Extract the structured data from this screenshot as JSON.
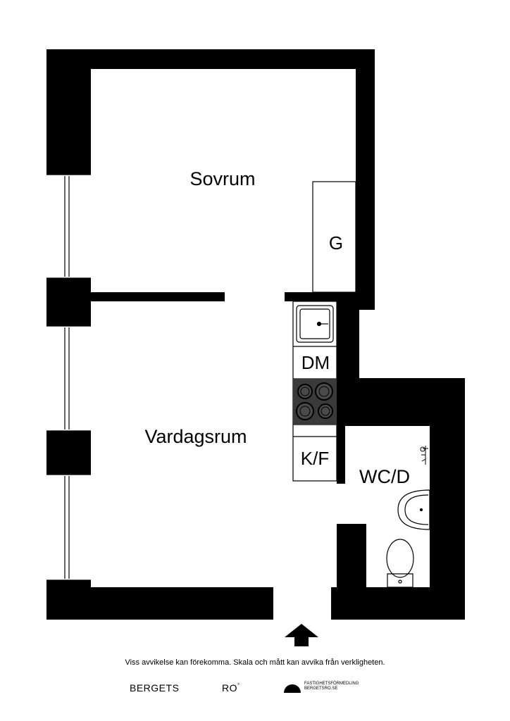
{
  "rooms": {
    "bedroom": "Sovrum",
    "wardrobe": "G",
    "dishwasher": "DM",
    "living_room": "Vardagsrum",
    "fridge_freezer": "K/F",
    "bathroom": "WC/D"
  },
  "footer": {
    "disclaimer": "Viss avvikelse kan förekomma. Skala och mått kan avvika från verkligheten.",
    "brand_left": "BERGETS",
    "brand_right": "RO",
    "brand_mark": "°",
    "agency_line1": "FASTIGHETSFÖRMEDLING",
    "agency_line2": "BERGETSRO.SE"
  },
  "icons": {
    "entrance": "arrow-up-icon",
    "sink": "kitchen-sink-icon",
    "stove": "stove-icon",
    "washbasin": "washbasin-icon",
    "toilet": "toilet-icon",
    "shower": "shower-icon",
    "logo": "half-circle-logo-icon"
  },
  "colors": {
    "wall": "#000000",
    "stove": "#3a3a3a",
    "background": "#ffffff"
  }
}
